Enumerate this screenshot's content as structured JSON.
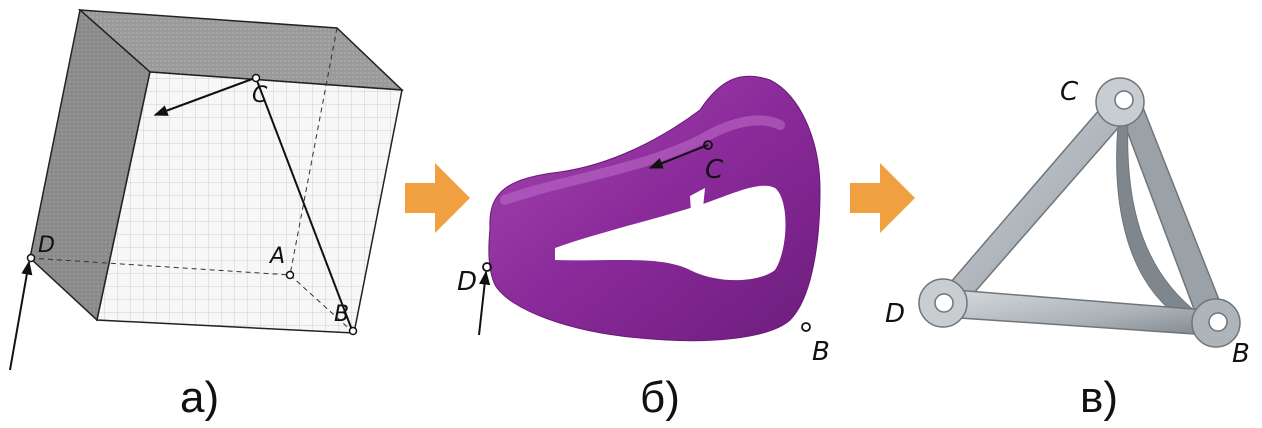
{
  "panels": [
    {
      "caption": "а)",
      "points": {
        "C": "C",
        "D": "D",
        "A": "A",
        "B": "B"
      }
    },
    {
      "caption": "б)",
      "points": {
        "C": "C",
        "D": "D",
        "B": "B"
      }
    },
    {
      "caption": "в)",
      "points": {
        "C": "C",
        "D": "D",
        "B": "B"
      }
    }
  ],
  "colors": {
    "arrow": "#f0a040",
    "topology": "#8a2a9a",
    "part": "#b8bec4",
    "cube_dark": "#8c8c8c",
    "cube_mid": "#a9a9a9",
    "grid": "#d8d8d8"
  }
}
